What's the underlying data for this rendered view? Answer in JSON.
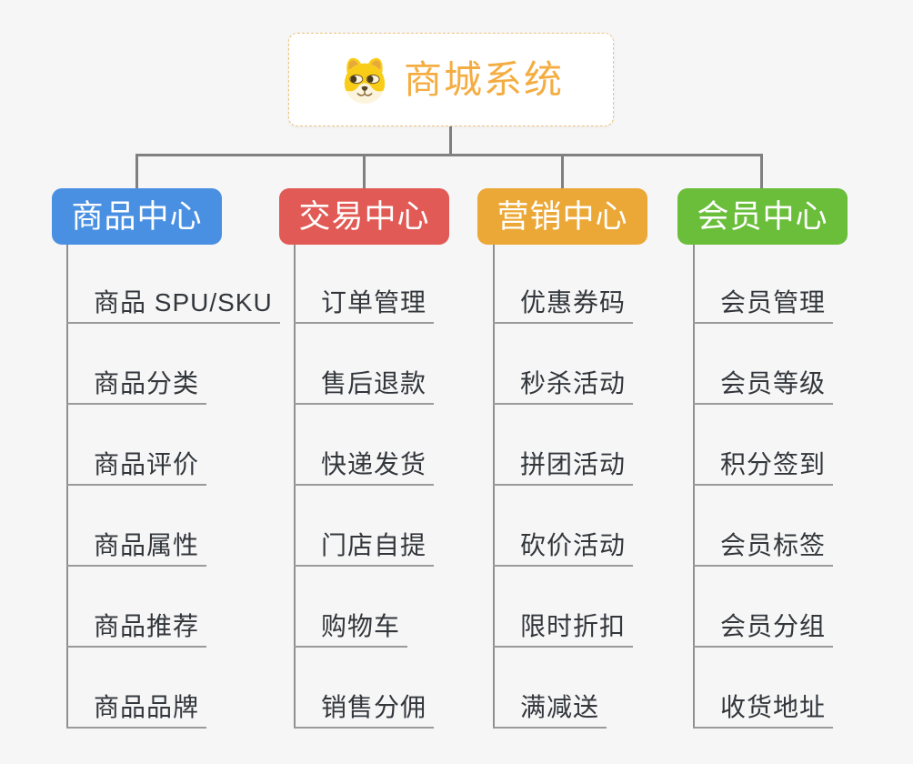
{
  "page": {
    "background_color": "#f6f6f6",
    "connector_color": "#808080",
    "leaf_underline_color": "#9a9a9a",
    "leaf_text_color": "#33373c"
  },
  "root": {
    "title": "商城系统",
    "title_color": "#f4ad42",
    "border_color": "#eec27e",
    "icon": "dog-face-icon"
  },
  "branches": [
    {
      "title": "商品中心",
      "color": "#4a90e2",
      "items": [
        "商品 SPU/SKU",
        "商品分类",
        "商品评价",
        "商品属性",
        "商品推荐",
        "商品品牌"
      ]
    },
    {
      "title": "交易中心",
      "color": "#e15a55",
      "items": [
        "订单管理",
        "售后退款",
        "快递发货",
        "门店自提",
        "购物车",
        "销售分佣"
      ]
    },
    {
      "title": "营销中心",
      "color": "#eba836",
      "items": [
        "优惠券码",
        "秒杀活动",
        "拼团活动",
        "砍价活动",
        "限时折扣",
        "满减送"
      ]
    },
    {
      "title": "会员中心",
      "color": "#6abe3a",
      "items": [
        "会员管理",
        "会员等级",
        "积分签到",
        "会员标签",
        "会员分组",
        "收货地址"
      ]
    }
  ]
}
